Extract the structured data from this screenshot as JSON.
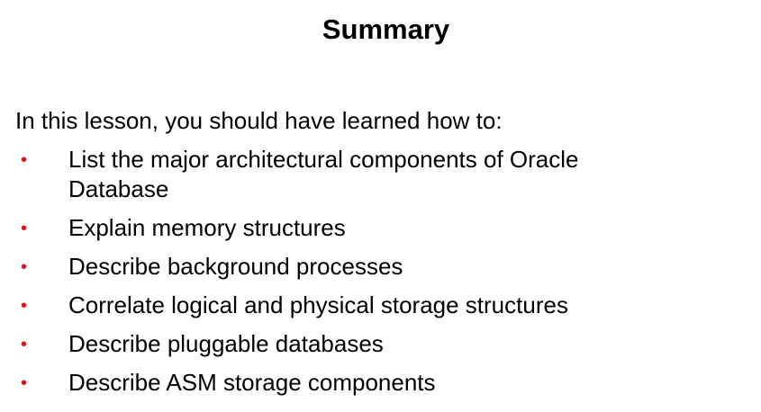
{
  "slide": {
    "title": "Summary",
    "intro": "In this lesson, you should have learned how to:",
    "bullet_color": "#e0121a",
    "bullet_glyph": "•",
    "items": [
      {
        "text": "List the major architectural components of Oracle Database"
      },
      {
        "text": "Explain memory structures"
      },
      {
        "text": "Describe background processes"
      },
      {
        "text": "Correlate logical and physical storage structures"
      },
      {
        "text": "Describe pluggable databases"
      },
      {
        "text": "Describe ASM storage components"
      }
    ]
  }
}
